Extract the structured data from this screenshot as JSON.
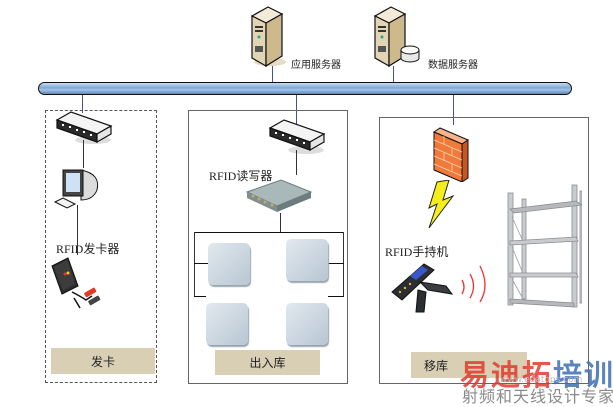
{
  "servers": {
    "app_server_label": "应用服务器",
    "db_server_label": "数据服务器"
  },
  "zones": {
    "issue": {
      "device_label": "RFID发卡器",
      "caption": "发卡"
    },
    "inout": {
      "device_label": "RFID读写器",
      "caption": "出入库"
    },
    "move": {
      "device_label": "RFID手持机",
      "caption": "移库"
    }
  },
  "watermark": {
    "title_part1": "易迪拓",
    "title_part2": "培训",
    "subtitle": "射频和天线设计专家",
    "url": "www.edatops.com",
    "colors": {
      "red": "#e23b2e",
      "blue": "#3d6fb3"
    }
  }
}
